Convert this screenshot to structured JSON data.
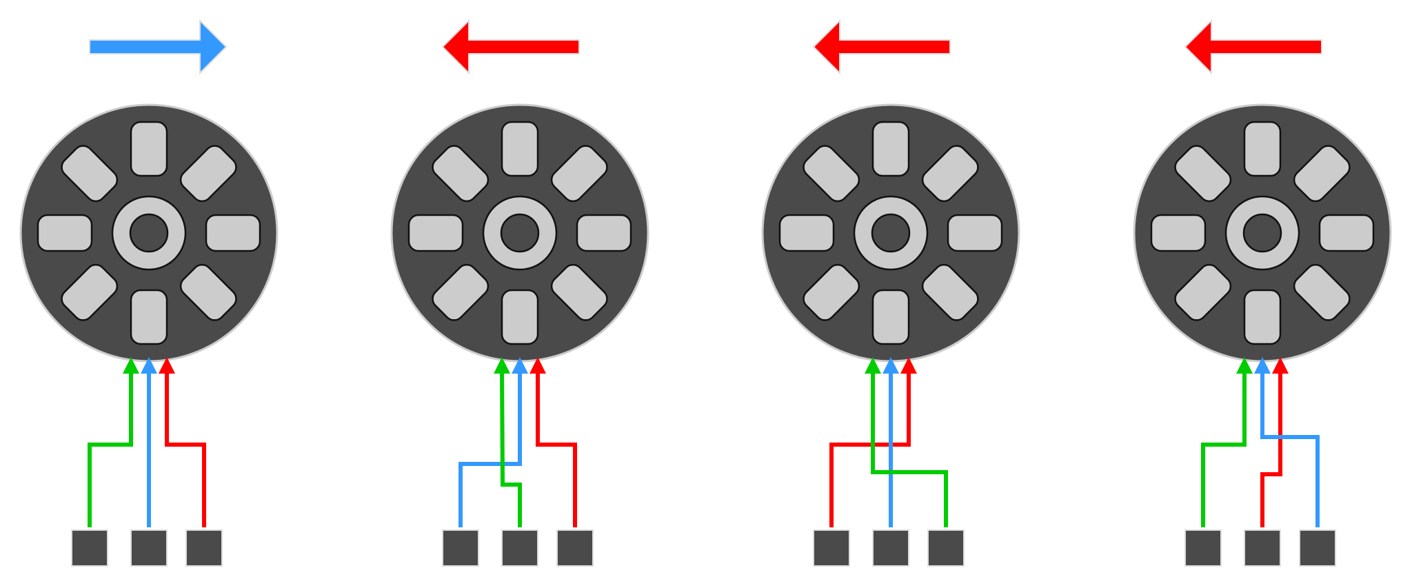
{
  "colors": {
    "background": "#ffffff",
    "motor_body": "#4a4a4a",
    "motor_outline": "#cccccc",
    "slot_fill": "#cccccc",
    "slot_stroke": "#111111",
    "terminal_fill": "#4a4a4a",
    "wire_green": "#00cc00",
    "wire_blue": "#3399ff",
    "wire_red": "#ff0000"
  },
  "panels": [
    {
      "name": "panel-1",
      "direction": "right",
      "direction_color": "#3399ff",
      "terminal_wire_order": [
        "green",
        "blue",
        "red"
      ]
    },
    {
      "name": "panel-2",
      "direction": "left",
      "direction_color": "#ff0000",
      "terminal_wire_order": [
        "blue",
        "green",
        "red"
      ]
    },
    {
      "name": "panel-3",
      "direction": "left",
      "direction_color": "#ff0000",
      "terminal_wire_order": [
        "red",
        "blue",
        "green"
      ]
    },
    {
      "name": "panel-4",
      "direction": "left",
      "direction_color": "#ff0000",
      "terminal_wire_order": [
        "green",
        "red",
        "blue"
      ]
    }
  ]
}
